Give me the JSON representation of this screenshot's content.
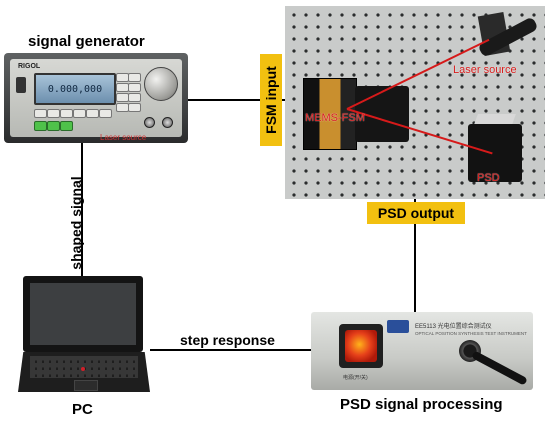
{
  "devices": {
    "signal_generator": {
      "label": "signal generator",
      "brand": "RIGOL",
      "display": "0.000,000",
      "overlay_text": "Laser source"
    },
    "pc": {
      "label": "PC"
    },
    "psd_processing": {
      "label": "PSD signal processing",
      "model_text": "EE5113 光电位置综合测试仪",
      "sub_text": "OPTICAL POSITION SYNTHESIS TEST INSTRUMENT",
      "power_text": "电源(开/关)"
    },
    "optical_setup": {
      "laser_label": "Laser source",
      "fsm_label": "MEMS-FSM",
      "psd_label": "PSD"
    }
  },
  "tags": {
    "fsm_input": "FSM input",
    "psd_output": "PSD output"
  },
  "connections": {
    "shaped_signal": "shaped signal",
    "step_response": "step response"
  },
  "colors": {
    "tag_bg": "#f2c010",
    "annotation": "#d61a1a",
    "line": "#000000"
  }
}
